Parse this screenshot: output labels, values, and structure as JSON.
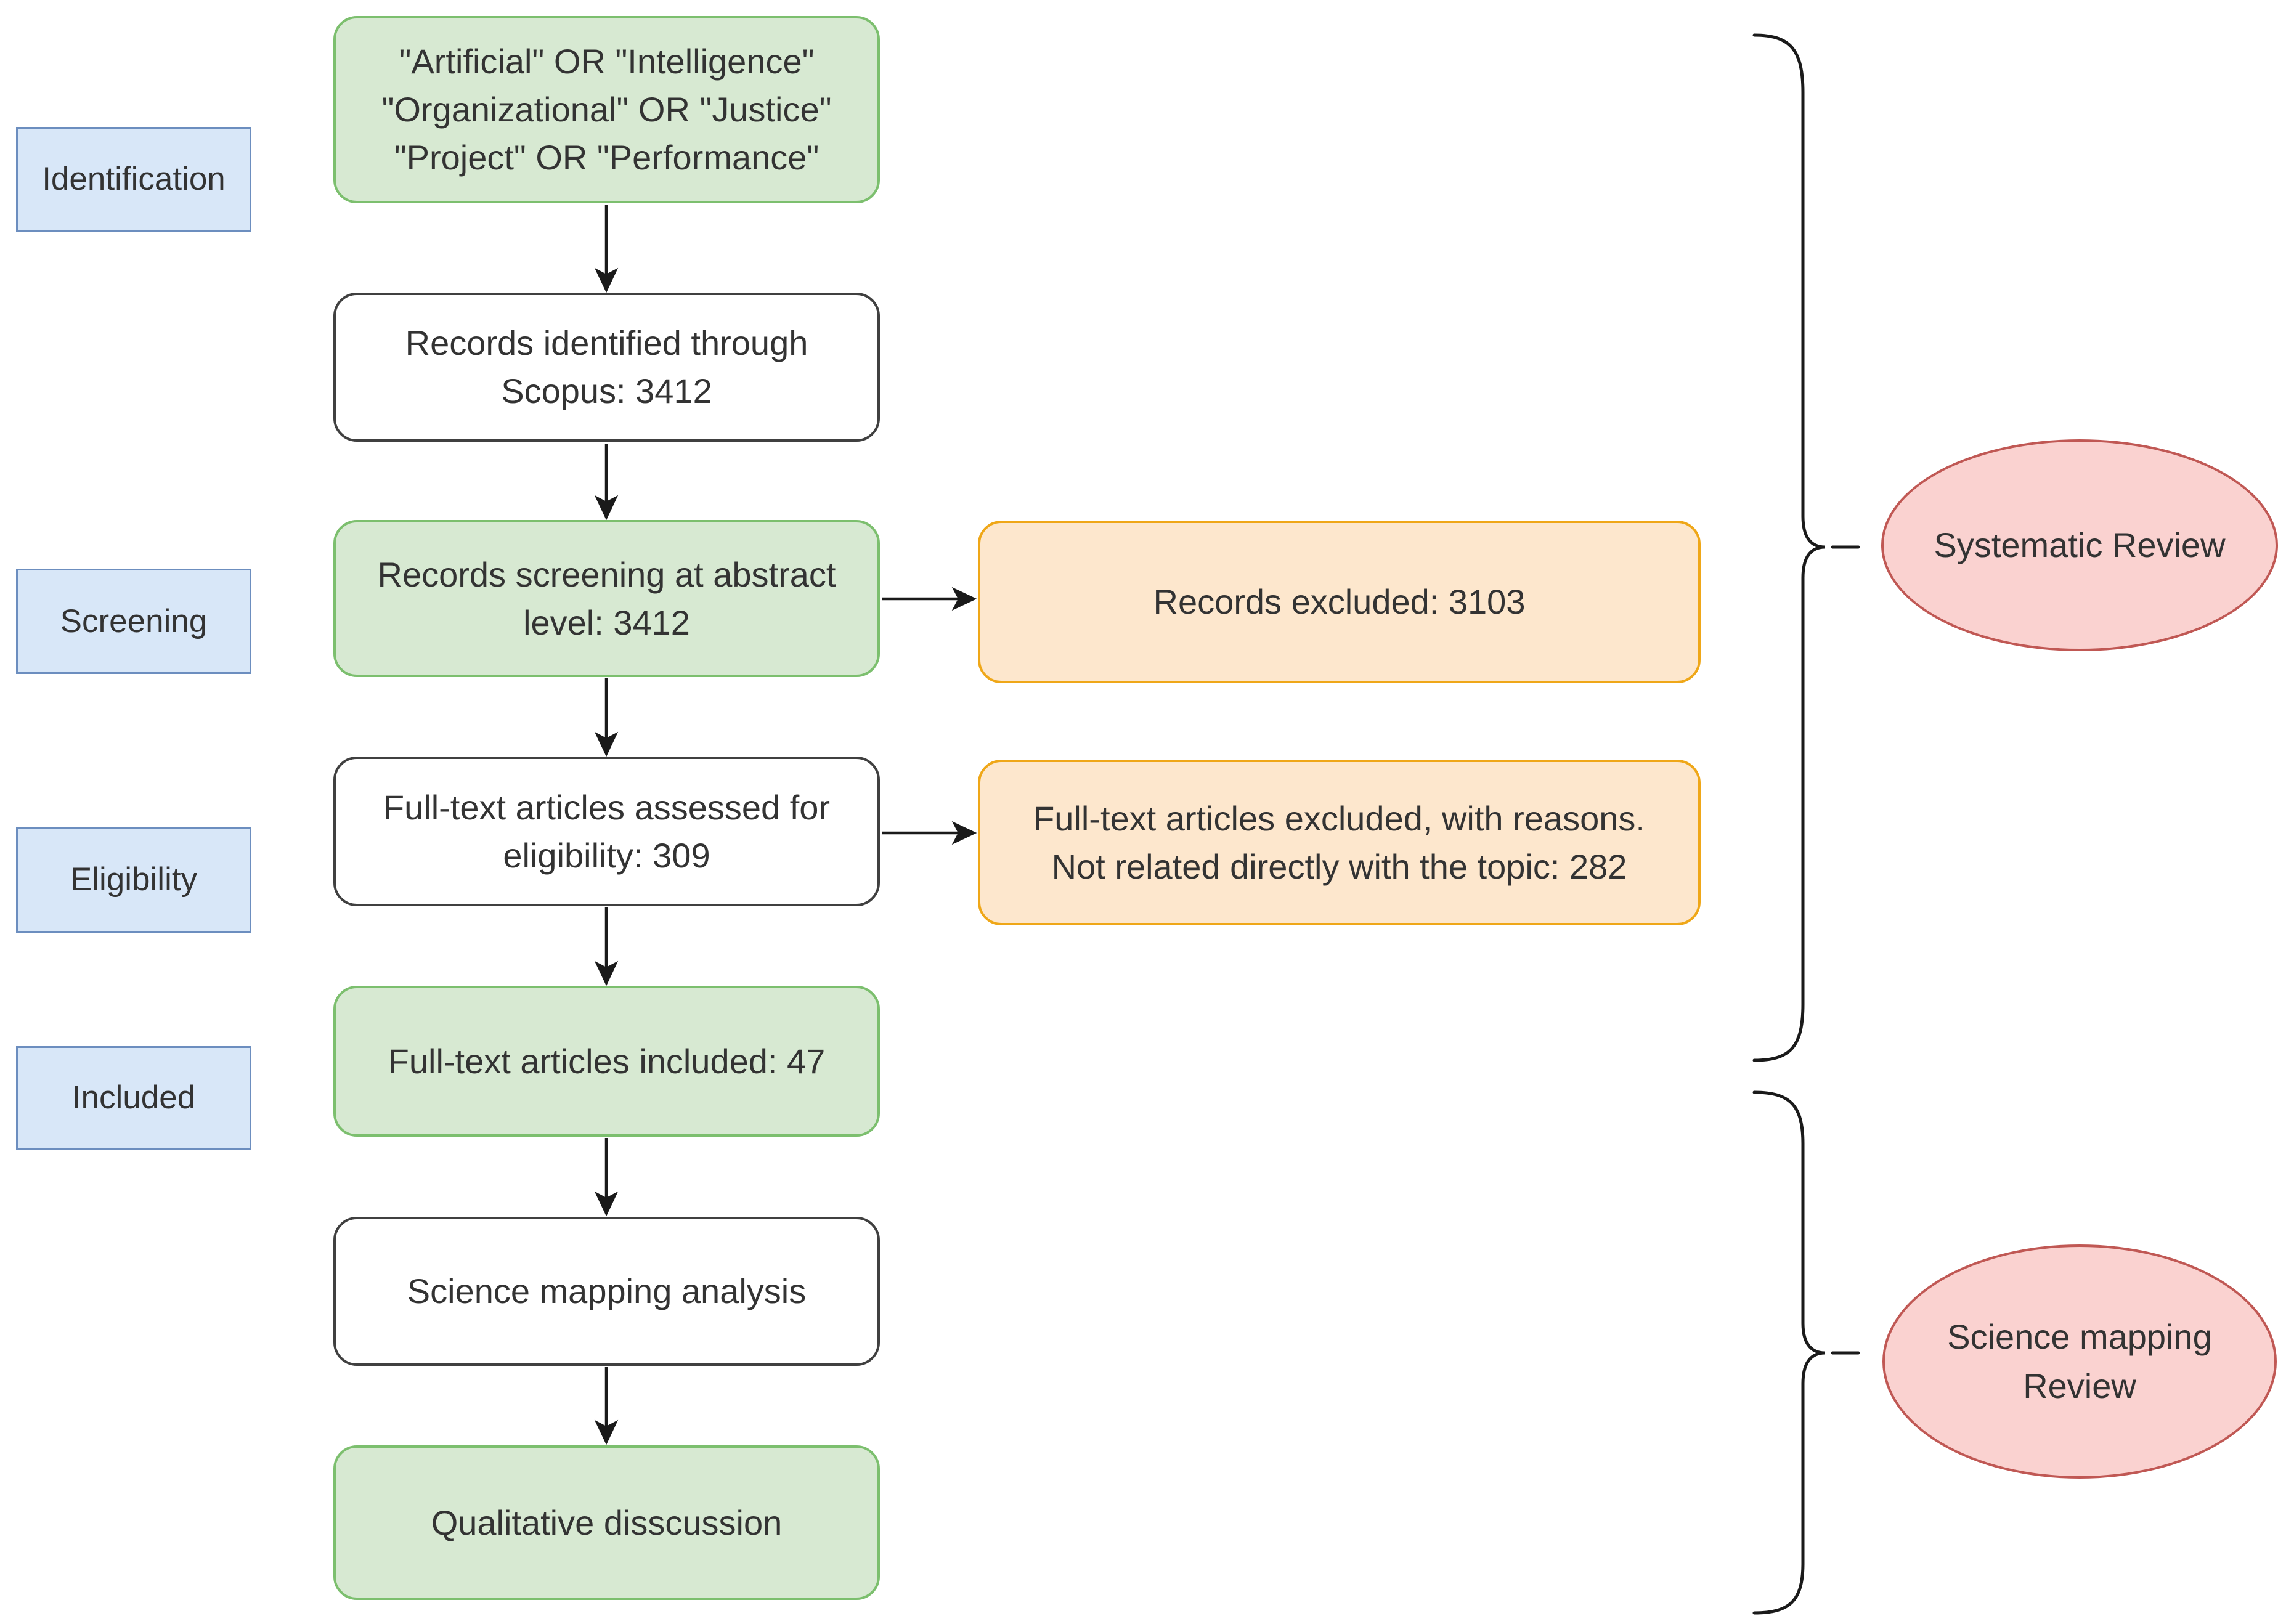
{
  "colors": {
    "canvas_bg": "#ffffff",
    "green_fill": "#d7e9d2",
    "green_border": "#7cbf6e",
    "white_fill": "#ffffff",
    "white_border": "#404040",
    "orange_fill": "#fde7cd",
    "orange_border": "#efa718",
    "blue_fill": "#d8e7f8",
    "blue_border": "#6c8ebf",
    "pink_fill": "#fad2d0",
    "pink_border": "#c05854",
    "text": "#333333",
    "line": "#1a1a1a"
  },
  "stages": {
    "identification": "Identification",
    "screening": "Screening",
    "eligibility": "Eligibility",
    "included": "Included"
  },
  "flow": {
    "search_terms": {
      "line1": "\"Artificial\" OR \"Intelligence\"",
      "line2": "\"Organizational\" OR \"Justice\"",
      "line3": "\"Project\" OR \"Performance\""
    },
    "records_identified": {
      "line1": "Records identified through",
      "line2": "Scopus: 3412"
    },
    "records_screening": {
      "line1": "Records screening at abstract",
      "line2": "level: 3412"
    },
    "fulltext_assessed": {
      "line1": "Full-text articles assessed for",
      "line2": "eligibility: 309"
    },
    "fulltext_included": {
      "line1": "Full-text articles included: 47"
    },
    "science_mapping": {
      "line1": "Science mapping analysis"
    },
    "qualitative": {
      "line1": "Qualitative disscussion"
    }
  },
  "excluded": {
    "records_excluded": {
      "line1": "Records excluded: 3103"
    },
    "fulltext_excluded": {
      "line1": "Full-text articles excluded, with reasons.",
      "line2": "Not related directly with the topic: 282"
    }
  },
  "review_labels": {
    "systematic": {
      "line1": "Systematic Review"
    },
    "science_mapping": {
      "line1": "Science mapping",
      "line2": "Review"
    }
  }
}
